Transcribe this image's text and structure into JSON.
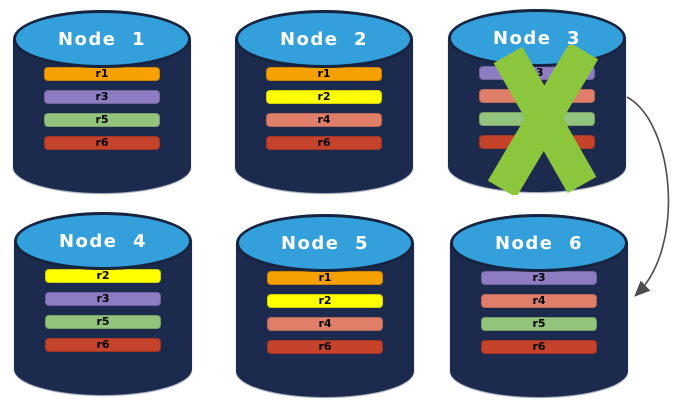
{
  "diagram": {
    "nodes": [
      {
        "label": "Node  1",
        "rows": [
          "r1",
          "r3",
          "r5",
          "r6"
        ],
        "status": "ok"
      },
      {
        "label": "Node  2",
        "rows": [
          "r1",
          "r2",
          "r4",
          "r6"
        ],
        "status": "ok"
      },
      {
        "label": "Node  3",
        "rows": [
          "r3",
          "r4",
          "r5",
          "r6"
        ],
        "status": "failed"
      },
      {
        "label": "Node  4",
        "rows": [
          "r2",
          "r3",
          "r5",
          "r6"
        ],
        "status": "ok"
      },
      {
        "label": "Node  5",
        "rows": [
          "r1",
          "r2",
          "r4",
          "r6"
        ],
        "status": "ok"
      },
      {
        "label": "Node  6",
        "rows": [
          "r3",
          "r4",
          "r5",
          "r6"
        ],
        "status": "ok"
      }
    ],
    "arrow": {
      "from": "Node 3",
      "to": "Node 6"
    }
  },
  "palette": {
    "cylinder_body": "#1B2A4D",
    "cylinder_top": "#34A0DB",
    "cylinder_edge": "#16243F",
    "title_text": "#FFFFFF",
    "x_mark": "#8CC63C",
    "arrow": "#4D4D4D",
    "row_colors": {
      "r1": "#F7A100",
      "r2": "#FFFF00",
      "r3": "#8E7CC3",
      "r4": "#DF7F6A",
      "r5": "#93C47D",
      "r6": "#C5422B"
    }
  }
}
